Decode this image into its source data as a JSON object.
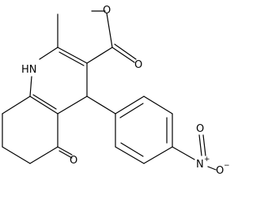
{
  "molecule": {
    "atoms": {
      "ring_nh": "HN",
      "ester_o_methoxy": "O",
      "ester_o_carbonyl": "O",
      "ketone_o": "O",
      "nitro_n": "N",
      "nitro_n_charge": "+",
      "nitro_o_top": "O",
      "nitro_o_right": "O",
      "nitro_o_charge": "−"
    }
  }
}
